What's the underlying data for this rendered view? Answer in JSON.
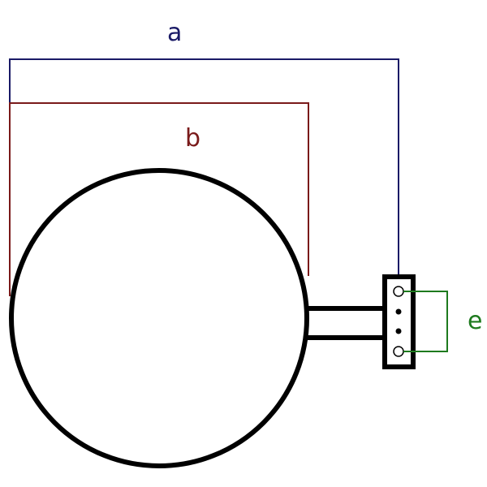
{
  "labels": {
    "a": "a",
    "b": "b",
    "e": "e"
  },
  "colors": {
    "background": "#ffffff",
    "outline": "#000000",
    "dimension_a": "#1a1a66",
    "dimension_b": "#7a1a1a",
    "dimension_e": "#1e7a1e"
  }
}
